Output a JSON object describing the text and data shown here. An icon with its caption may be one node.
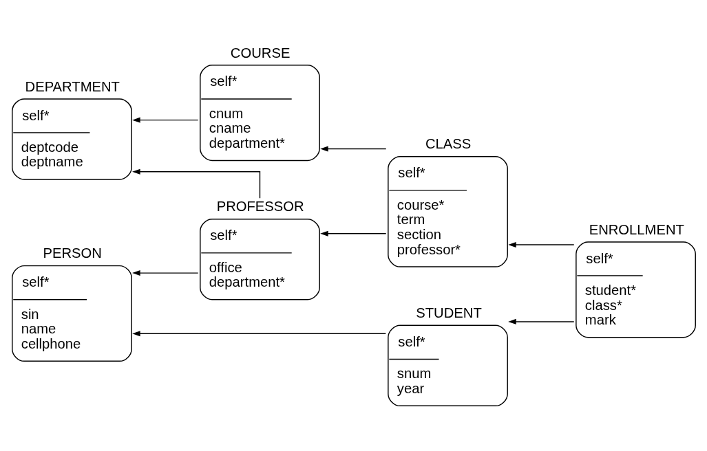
{
  "diagram": {
    "nodes": [
      {
        "text": [
          "COURSE",
          "self*",
          "cnum",
          "cname",
          "department*"
        ]
      },
      {
        "text": [
          "DEPARTMENT",
          "self*",
          "deptcode",
          "deptname"
        ]
      },
      {
        "text": [
          "CLASS",
          "self*",
          "course*",
          "term",
          "section",
          "professor*"
        ]
      },
      {
        "text": [
          "ENROLLMENT",
          "self*",
          "student*",
          "class*",
          "mark"
        ]
      },
      {
        "text": [
          "PROFESSOR",
          "self*",
          "office",
          "department*"
        ]
      },
      {
        "text": [
          "STUDENT",
          "self*",
          "snum",
          "year"
        ]
      },
      {
        "text": [
          "PERSON",
          "self*",
          "sin",
          "name",
          "cellphone"
        ]
      }
    ],
    "edges": [
      {
        "from": 0,
        "to": 1,
        "arrow": "to"
      },
      {
        "from": 4,
        "to": 1,
        "arrow": "to"
      },
      {
        "from": 2,
        "to": 0,
        "arrow": "to"
      },
      {
        "from": 2,
        "to": 4,
        "arrow": "to"
      },
      {
        "from": 3,
        "to": 2,
        "arrow": "to"
      },
      {
        "from": 3,
        "to": 5,
        "arrow": "to"
      },
      {
        "from": 4,
        "to": 6,
        "arrow": "to"
      },
      {
        "from": 5,
        "to": 6,
        "arrow": "to"
      }
    ]
  }
}
